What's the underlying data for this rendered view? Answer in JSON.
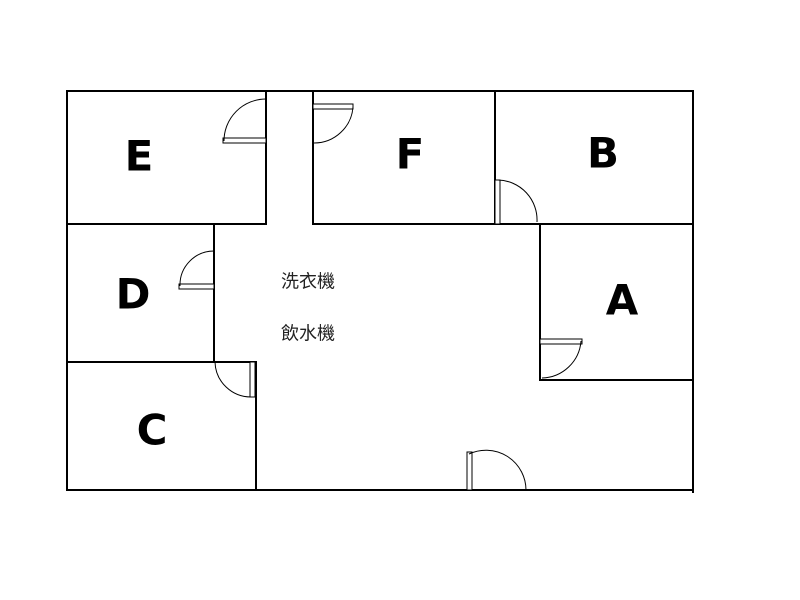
{
  "rooms": {
    "e": "E",
    "f": "F",
    "b": "B",
    "d": "D",
    "a": "A",
    "c": "C"
  },
  "notes": {
    "washing_machine": "洗衣機",
    "water_dispenser": "飲水機"
  }
}
